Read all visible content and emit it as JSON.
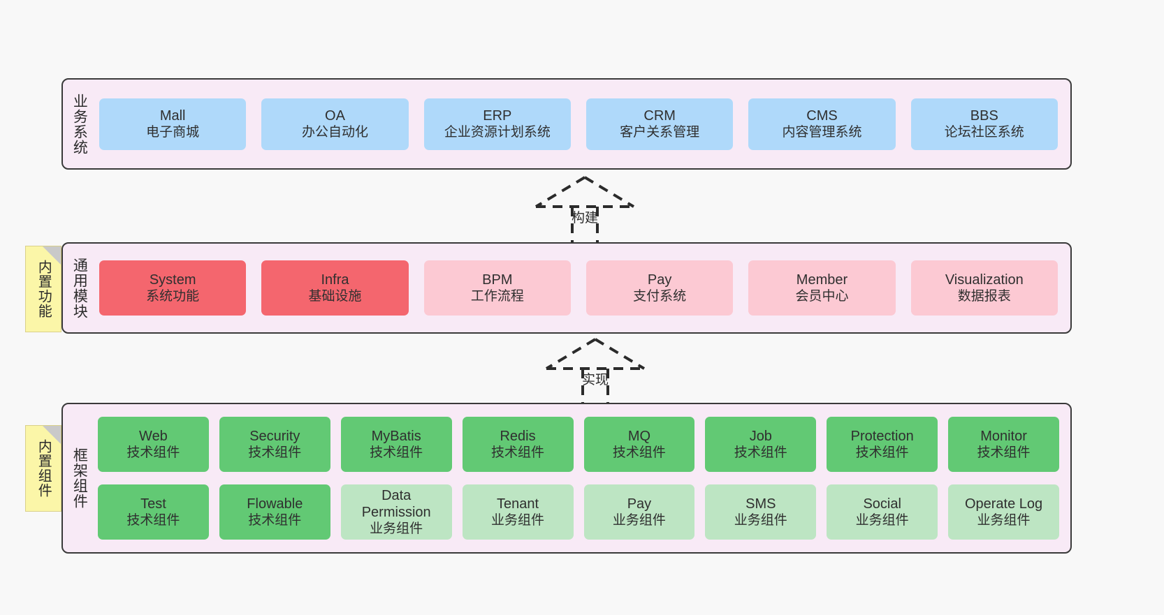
{
  "diagram": {
    "title_text_direction": "vertical",
    "colors": {
      "canvas_background": "#F8F8F8",
      "layer_background": "#F8EAF6",
      "layer_border": "#3A3A3A",
      "business_box": "#AFD9FA",
      "module_core_box": "#F4666E",
      "module_box": "#FCC9D3",
      "tech_component_box": "#62C974",
      "business_component_box": "#BDE5C3",
      "note_background": "#FBF6A8",
      "note_fold": "#C9C9C9"
    }
  },
  "notes": [
    {
      "name": "builtin-features",
      "label": "内置功能"
    },
    {
      "name": "builtin-components",
      "label": "内置组件"
    }
  ],
  "connectors": [
    {
      "name": "build",
      "label": "构建",
      "style": "dashed-generalization",
      "from": "通用模块",
      "to": "业务系统"
    },
    {
      "name": "implement",
      "label": "实现",
      "style": "dashed-generalization",
      "from": "框架组件",
      "to": "通用模块"
    }
  ],
  "layers": [
    {
      "name": "business-systems",
      "title": "业务系统",
      "rows": [
        {
          "cells": [
            {
              "name": "mall",
              "line1": "Mall",
              "line2": "电子商城",
              "color": "blue"
            },
            {
              "name": "oa",
              "line1": "OA",
              "line2": "办公自动化",
              "color": "blue"
            },
            {
              "name": "erp",
              "line1": "ERP",
              "line2": "企业资源计划系统",
              "color": "blue"
            },
            {
              "name": "crm",
              "line1": "CRM",
              "line2": "客户关系管理",
              "color": "blue"
            },
            {
              "name": "cms",
              "line1": "CMS",
              "line2": "内容管理系统",
              "color": "blue"
            },
            {
              "name": "bbs",
              "line1": "BBS",
              "line2": "论坛社区系统",
              "color": "blue"
            }
          ]
        }
      ]
    },
    {
      "name": "general-modules",
      "title": "通用模块",
      "rows": [
        {
          "cells": [
            {
              "name": "system",
              "line1": "System",
              "line2": "系统功能",
              "color": "red"
            },
            {
              "name": "infra",
              "line1": "Infra",
              "line2": "基础设施",
              "color": "red"
            },
            {
              "name": "bpm",
              "line1": "BPM",
              "line2": "工作流程",
              "color": "pink"
            },
            {
              "name": "pay",
              "line1": "Pay",
              "line2": "支付系统",
              "color": "pink"
            },
            {
              "name": "member",
              "line1": "Member",
              "line2": "会员中心",
              "color": "pink"
            },
            {
              "name": "visualization",
              "line1": "Visualization",
              "line2": "数据报表",
              "color": "pink"
            }
          ]
        }
      ]
    },
    {
      "name": "framework-components",
      "title": "框架组件",
      "rows": [
        {
          "cells": [
            {
              "name": "web",
              "line1": "Web",
              "line2": "技术组件",
              "color": "green"
            },
            {
              "name": "security",
              "line1": "Security",
              "line2": "技术组件",
              "color": "green"
            },
            {
              "name": "mybatis",
              "line1": "MyBatis",
              "line2": "技术组件",
              "color": "green"
            },
            {
              "name": "redis",
              "line1": "Redis",
              "line2": "技术组件",
              "color": "green"
            },
            {
              "name": "mq",
              "line1": "MQ",
              "line2": "技术组件",
              "color": "green"
            },
            {
              "name": "job",
              "line1": "Job",
              "line2": "技术组件",
              "color": "green"
            },
            {
              "name": "protection",
              "line1": "Protection",
              "line2": "技术组件",
              "color": "green"
            },
            {
              "name": "monitor",
              "line1": "Monitor",
              "line2": "技术组件",
              "color": "green"
            }
          ]
        },
        {
          "cells": [
            {
              "name": "test",
              "line1": "Test",
              "line2": "技术组件",
              "color": "green"
            },
            {
              "name": "flowable",
              "line1": "Flowable",
              "line2": "技术组件",
              "color": "green"
            },
            {
              "name": "data-permission",
              "line1": "Data",
              "line2": "Permission",
              "line3": "业务组件",
              "color": "lgreen"
            },
            {
              "name": "tenant",
              "line1": "Tenant",
              "line2": "业务组件",
              "color": "lgreen"
            },
            {
              "name": "pay",
              "line1": "Pay",
              "line2": "业务组件",
              "color": "lgreen"
            },
            {
              "name": "sms",
              "line1": "SMS",
              "line2": "业务组件",
              "color": "lgreen"
            },
            {
              "name": "social",
              "line1": "Social",
              "line2": "业务组件",
              "color": "lgreen"
            },
            {
              "name": "operate-log",
              "line1": "Operate Log",
              "line2": "业务组件",
              "color": "lgreen"
            }
          ]
        }
      ]
    }
  ]
}
